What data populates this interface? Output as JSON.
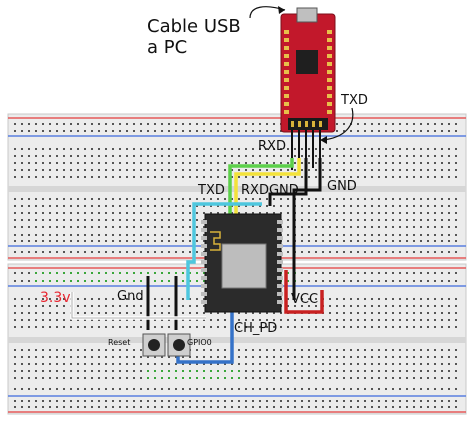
{
  "caption": {
    "line1": "Cable USB",
    "line2": "a PC"
  },
  "labels": {
    "txd_top": "TXD",
    "rxd_top": "RXD",
    "txd": "TXD",
    "rxd_gnd": "RXDGND",
    "gnd_right": "GND",
    "gnd_left": "Gnd",
    "voltage": "3.3v",
    "vcc": "VCC",
    "ch_pd": "CH_PD",
    "reset": "Reset",
    "gpio0": "GPIO0"
  },
  "colors": {
    "board": "#ececec",
    "rail_red": "#e55a5a",
    "rail_blue": "#5a7fe0",
    "hole": "#555555",
    "hole_green": "#3aa63a",
    "usb_board": "#c2182b",
    "esp_board": "#2b2b2b",
    "wire_cyan": "#4ec7de",
    "wire_yellow": "#f3e23a",
    "wire_green": "#5cd04a",
    "wire_black": "#111111",
    "wire_red": "#c82020",
    "wire_blue": "#3572c8",
    "label_red": "#e8242f"
  }
}
